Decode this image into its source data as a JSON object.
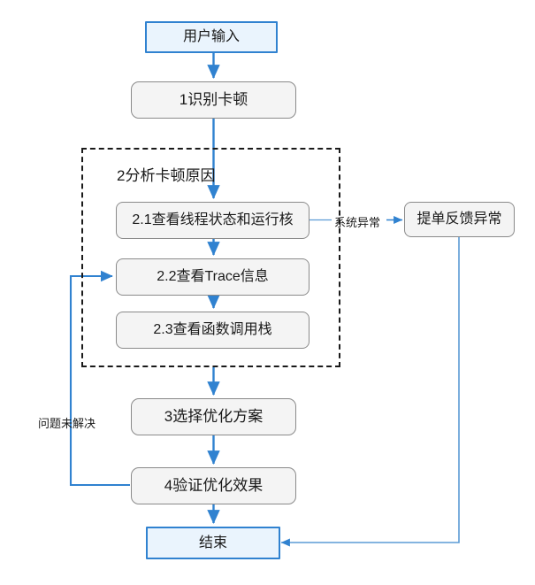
{
  "diagram": {
    "title_text": "2分析卡顿原因",
    "colors": {
      "flow_blue": "#3082d0",
      "thin_blue": "#5b9bd5",
      "terminator_fill": "#eaf4fd",
      "process_fill": "#f4f4f4",
      "process_border": "#8a8a8a",
      "group_border": "#1a1a1a",
      "text": "#1a1a1a",
      "background": "#ffffff"
    },
    "nodes": {
      "user_input": "用户输入",
      "step1": "1识别卡顿",
      "step2_group": "2分析卡顿原因",
      "step2_1": "2.1查看线程状态和运行核",
      "step2_2": "2.2查看Trace信息",
      "step2_3": "2.3查看函数调用栈",
      "step3": "3选择优化方案",
      "step4": "4验证优化效果",
      "end": "结束",
      "feedback": "提单反馈异常"
    },
    "edge_labels": {
      "system_exception": "系统异常",
      "unresolved": "问题未解决"
    }
  }
}
